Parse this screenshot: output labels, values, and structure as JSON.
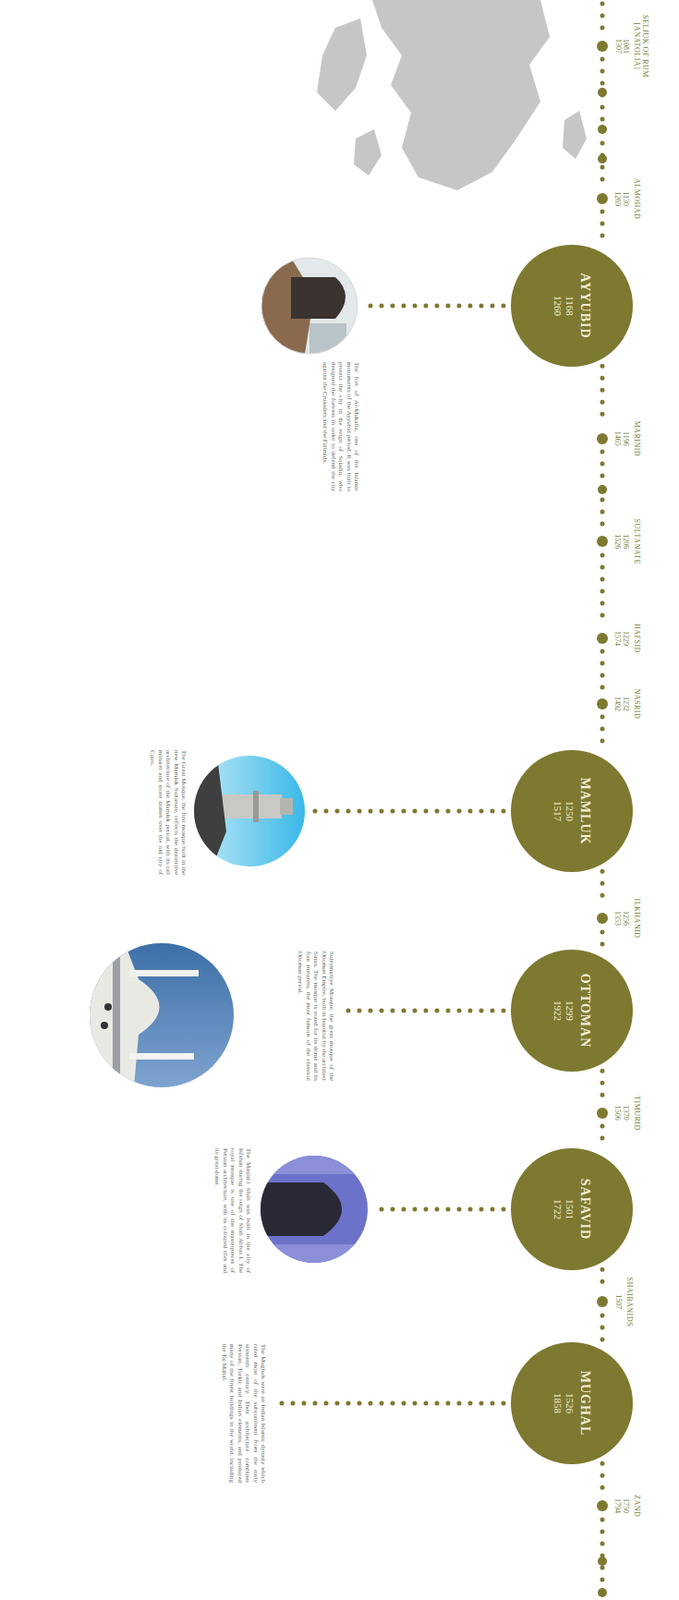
{
  "diagram": {
    "nodes": [
      {
        "text": [
          "SELJUK OF RUM [ANATOLIA]",
          "1081 1307"
        ]
      },
      {
        "text": [
          "ALMOHAD",
          "1130 1269"
        ]
      },
      {
        "text": [
          "AYYUBID",
          "1168 1260"
        ]
      },
      {
        "text": [
          "MARINID",
          "1196 1465"
        ]
      },
      {
        "text": [
          "SULTANATE",
          "1206 1526"
        ]
      },
      {
        "text": [
          "HAFSID",
          "1229 1574"
        ]
      },
      {
        "text": [
          "NASRID",
          "1232 1492"
        ]
      },
      {
        "text": [
          "MAMLUK",
          "1250 1517"
        ]
      },
      {
        "text": [
          "ILKHANID",
          "1256 1353"
        ]
      },
      {
        "text": [
          "OTTOMAN",
          "1299 1922"
        ]
      },
      {
        "text": [
          "TIMURID",
          "1370 1506"
        ]
      },
      {
        "text": [
          "SAFAVID",
          "1501 1722"
        ]
      },
      {
        "text": [
          "SHAIBANIDS",
          "1507"
        ]
      },
      {
        "text": [
          "MUGHAL",
          "1526 1858"
        ]
      },
      {
        "text": [
          "ZAND",
          "1750 1794"
        ]
      }
    ],
    "edges": [
      {
        "from": 0,
        "to": 1,
        "arrow": "none"
      },
      {
        "from": 1,
        "to": 2,
        "arrow": "none"
      },
      {
        "from": 2,
        "to": 3,
        "arrow": "none"
      },
      {
        "from": 3,
        "to": 4,
        "arrow": "none"
      },
      {
        "from": 4,
        "to": 5,
        "arrow": "none"
      },
      {
        "from": 5,
        "to": 6,
        "arrow": "none"
      },
      {
        "from": 6,
        "to": 7,
        "arrow": "none"
      },
      {
        "from": 7,
        "to": 8,
        "arrow": "none"
      },
      {
        "from": 8,
        "to": 9,
        "arrow": "none"
      },
      {
        "from": 9,
        "to": 10,
        "arrow": "none"
      },
      {
        "from": 10,
        "to": 11,
        "arrow": "none"
      },
      {
        "from": 11,
        "to": 12,
        "arrow": "none"
      },
      {
        "from": 12,
        "to": 13,
        "arrow": "none"
      },
      {
        "from": 13,
        "to": 14,
        "arrow": "none"
      }
    ],
    "labels": [
      "The fort of Al-Mukalla, one of the Islamic monuments of the Ayyubid period. It was built to protect the city in the reign of Saladin, who designed the fortress in order to defend the city against the Crusaders and the Fatimids.",
      "The Great Mosque, the first mosque built in the new Mamluk Sultanate, reflects the distinctive architecture of the Mamluk period, with its tall minaret and stone domes over the old city of Cairo.",
      "Suleymaniye Mosque, the great mosque of the Ottoman Empire, built in Istanbul by the architect Sinan. The mosque is noted for its dome and its four minarets, the most famous of the classical Ottoman period.",
      "The Masjid-i Shah was built in the city of Isfahan during the reign of Shah Abbas I. The royal mosque is one of the masterpieces of Persian architecture, with its coloured tiles and its great dome.",
      "The Mughals were an Indian Islamic dynasty which ruled most of the subcontinent from the early sixteenth century. Their architecture combines Persian, Turkic and Indian elements, and produced many of the finest buildings in the world, including the Taj Mahal."
    ]
  }
}
